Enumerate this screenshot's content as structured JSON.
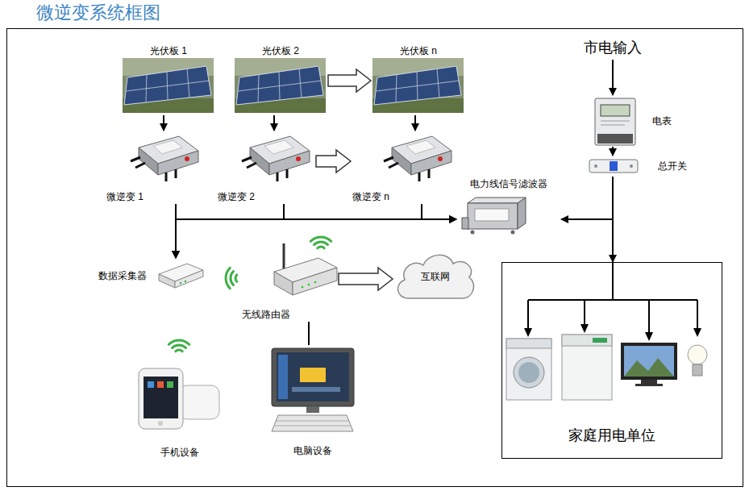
{
  "diagram": {
    "title": "微逆变系统框图",
    "nodes": [
      {
        "text": [
          "光伏板 1"
        ]
      },
      {
        "text": [
          "光伏板 2"
        ]
      },
      {
        "text": [
          "光伏板 n"
        ]
      },
      {
        "text": [
          "市电输入"
        ]
      },
      {
        "text": [
          "电表"
        ]
      },
      {
        "text": [
          "微逆变 1"
        ]
      },
      {
        "text": [
          "微逆变 2"
        ]
      },
      {
        "text": [
          "微逆变 n"
        ]
      },
      {
        "text": [
          "总开关"
        ]
      },
      {
        "text": [
          "电力线信号滤波器"
        ]
      },
      {
        "text": [
          "数据采集器"
        ]
      },
      {
        "text": [
          "无线路由器"
        ]
      },
      {
        "text": [
          "互联网"
        ]
      },
      {
        "text": [
          "家庭用电单位"
        ]
      },
      {
        "text": [
          "手机设备"
        ]
      },
      {
        "text": [
          "电脑设备"
        ]
      }
    ],
    "edges": [
      {
        "from": 0,
        "to": 5,
        "arrow": "to"
      },
      {
        "from": 1,
        "to": 6,
        "arrow": "to"
      },
      {
        "from": 2,
        "to": 7,
        "arrow": "to"
      },
      {
        "from": 1,
        "to": 2,
        "arrow": "to"
      },
      {
        "from": 6,
        "to": 7,
        "arrow": "to"
      },
      {
        "from": 3,
        "to": 4,
        "arrow": "to"
      },
      {
        "from": 4,
        "to": 8,
        "arrow": "to"
      },
      {
        "from": 5,
        "to": 9,
        "arrow": "to"
      },
      {
        "from": 6,
        "to": 9,
        "arrow": "to"
      },
      {
        "from": 7,
        "to": 9,
        "arrow": "to"
      },
      {
        "from": 5,
        "to": 10,
        "arrow": "to"
      },
      {
        "from": 6,
        "to": 10,
        "arrow": "to"
      },
      {
        "from": 7,
        "to": 10,
        "arrow": "to"
      },
      {
        "from": 8,
        "to": 9,
        "arrow": "to"
      },
      {
        "from": 8,
        "to": 13,
        "arrow": "to"
      },
      {
        "from": 11,
        "to": 12,
        "arrow": "to"
      },
      {
        "from": 11,
        "to": 15,
        "arrow": "none"
      }
    ]
  }
}
